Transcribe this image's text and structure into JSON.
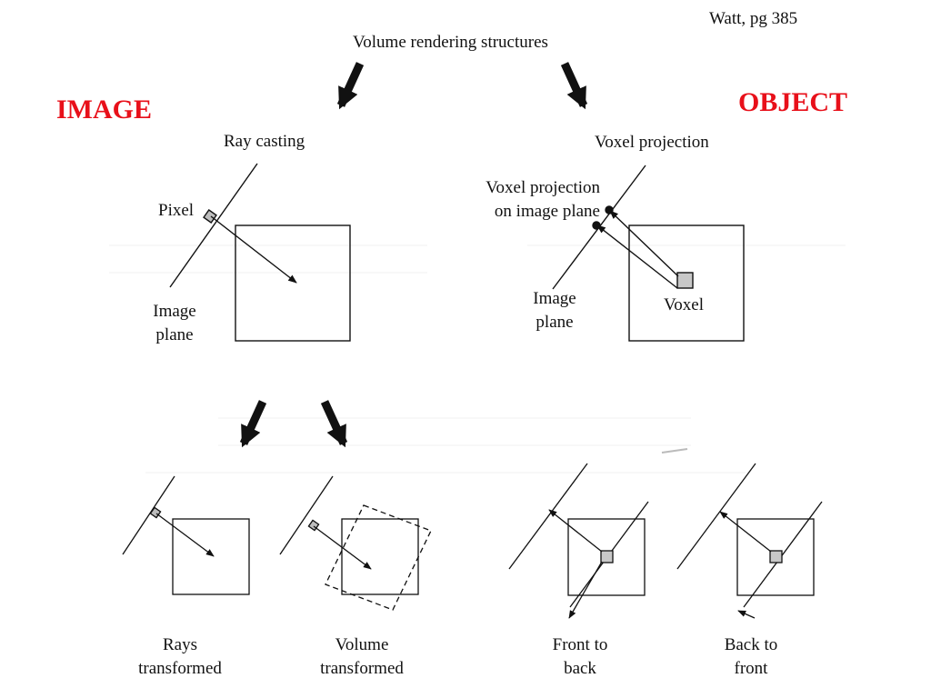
{
  "citation": "Watt, pg 385",
  "header": {
    "title": "Volume rendering structures",
    "left_category": "IMAGE",
    "right_category": "OBJECT",
    "category_color": "#e8101a"
  },
  "ray_casting": {
    "title": "Ray casting",
    "pixel_label": "Pixel",
    "image_plane_label": [
      "Image",
      "plane"
    ]
  },
  "voxel_projection": {
    "title": "Voxel projection",
    "projection_label": [
      "Voxel projection",
      "on image plane"
    ],
    "image_plane_label": [
      "Image",
      "plane"
    ],
    "voxel_label": "Voxel"
  },
  "variants": [
    {
      "caption": [
        "Rays",
        "transformed"
      ]
    },
    {
      "caption": [
        "Volume",
        "transformed"
      ]
    },
    {
      "caption": [
        "Front to",
        "back"
      ]
    },
    {
      "caption": [
        "Back to",
        "front"
      ]
    }
  ],
  "colors": {
    "ink": "#111111",
    "voxel_fill": "#c8c8c8",
    "scan_noise": "#f2f2f2"
  }
}
